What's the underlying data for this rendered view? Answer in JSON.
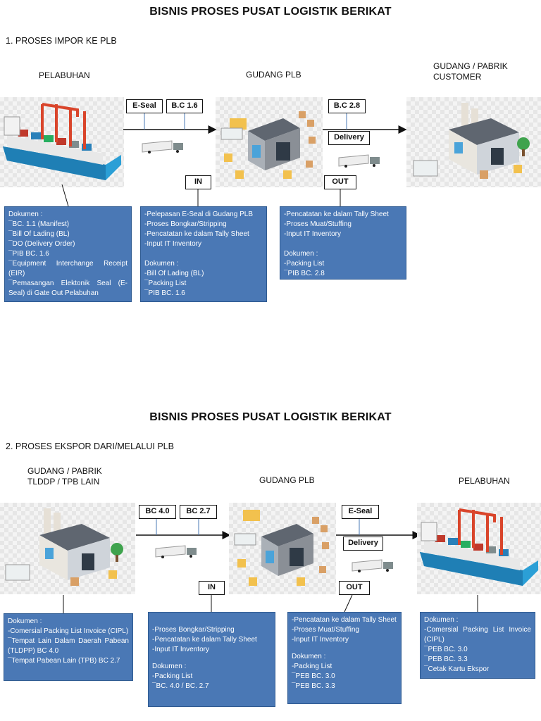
{
  "import": {
    "title": "BISNIS PROSES PUSAT LOGISTIK BERIKAT",
    "section": "1. PROSES IMPOR KE PLB",
    "places": {
      "port": "PELABUHAN",
      "warehouse": "GUDANG PLB",
      "customer_line1": "GUDANG / PABRIK",
      "customer_line2": "CUSTOMER"
    },
    "tags": {
      "eseal": "E-Seal",
      "bc16": "B.C 1.6",
      "bc28": "B.C 2.8",
      "delivery": "Delivery",
      "in": "IN",
      "out": "OUT"
    },
    "box_port": {
      "heading": "Dokumen :",
      "items": [
        "¯BC. 1.1 (Manifest)",
        "¯Bill Of Lading (BL)",
        "¯DO (Delivery Order)",
        "¯PIB BC. 1.6",
        "¯Equipment Interchange Receipt (EIR)",
        "¯Pemasangan Elektonik Seal (E-Seal) di Gate Out Pelabuhan"
      ]
    },
    "box_in": {
      "items": [
        "-Pelepasan E-Seal di Gudang PLB",
        "-Proses Bongkar/Stripping",
        "-Pencatatan ke dalam Tally Sheet",
        "-Input IT Inventory"
      ],
      "heading": "Dokumen :",
      "docs": [
        "-Bill Of Lading (BL)",
        "¯Packing List",
        "¯PIB BC. 1.6"
      ]
    },
    "box_out": {
      "items": [
        "-Pencatatan ke dalam Tally Sheet",
        "-Proses Muat/Stuffing",
        "-Input IT Inventory"
      ],
      "heading": "Dokumen :",
      "docs": [
        "-Packing List",
        "¯PIB BC. 2.8"
      ]
    }
  },
  "export": {
    "title": "BISNIS PROSES PUSAT LOGISTIK BERIKAT",
    "section": "2. PROSES EKSPOR DARI/MELALUI PLB",
    "places": {
      "factory_line1": "GUDANG / PABRIK",
      "factory_line2": "TLDDP / TPB LAIN",
      "warehouse": "GUDANG PLB",
      "port": "PELABUHAN"
    },
    "tags": {
      "bc40": "BC 4.0",
      "bc27": "BC  2.7",
      "eseal": "E-Seal",
      "delivery": "Delivery",
      "in": "IN",
      "out": "OUT"
    },
    "box_factory": {
      "heading": "Dokumen :",
      "items": [
        "-Comersial Packing List Invoice (CIPL)",
        "¯Tempat Lain Dalam Daerah Pabean (TLDPP) BC 4.0",
        "¯Tempat Pabean Lain (TPB) BC 2.7"
      ]
    },
    "box_in": {
      "items": [
        "-Proses Bongkar/Stripping",
        "-Pencatatan ke dalam Tally Sheet",
        "-Input IT Inventory"
      ],
      "heading": "Dokumen :",
      "docs": [
        "-Packing List",
        "¯BC. 4.0 / BC. 2.7"
      ]
    },
    "box_out": {
      "items": [
        "-Pencatatan ke dalam Tally Sheet",
        "-Proses Muat/Stuffing",
        "-Input IT Inventory"
      ],
      "heading": "Dokumen :",
      "docs": [
        "-Packing List",
        "¯PEB BC. 3.0",
        "¯PEB BC. 3.3"
      ]
    },
    "box_port": {
      "heading": "Dokumen :",
      "items": [
        "-Comersial Packing List Invoice (CIPL)",
        "¯PEB BC. 3.0",
        "¯PEB BC. 3.3",
        "¯Cetak Kartu Ekspor"
      ]
    }
  },
  "colors": {
    "box_fill": "#4a78b5",
    "box_border": "#2e5a91",
    "ship_hull": "#2b9fd6",
    "crane": "#d9452b",
    "building": "#8a8f96",
    "box_crate": "#d9a066"
  }
}
